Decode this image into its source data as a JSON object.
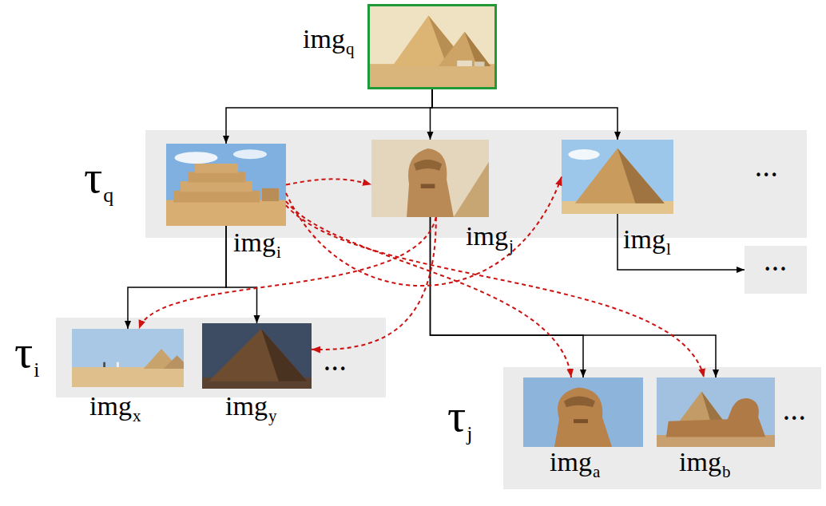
{
  "diagram": {
    "nodes": [
      {
        "text": [
          "img",
          "q"
        ]
      },
      {
        "text": [
          "τ",
          "q",
          "•••"
        ]
      },
      {
        "text": [
          "img",
          "i"
        ],
        "in": 1
      },
      {
        "text": [
          "img",
          "j"
        ],
        "in": 1
      },
      {
        "text": [
          "img",
          "l"
        ],
        "in": 1
      },
      {
        "text": [
          "•••"
        ]
      },
      {
        "text": [
          "τ",
          "i",
          "•••"
        ]
      },
      {
        "text": [
          "img",
          "x"
        ],
        "in": 6
      },
      {
        "text": [
          "img",
          "y"
        ],
        "in": 6
      },
      {
        "text": [
          "τ",
          "j",
          "•••"
        ]
      },
      {
        "text": [
          "img",
          "a"
        ],
        "in": 9
      },
      {
        "text": [
          "img",
          "b"
        ],
        "in": 9
      }
    ],
    "edges": [
      {
        "from": 0,
        "to": 2,
        "arrow": "to"
      },
      {
        "from": 0,
        "to": 3,
        "arrow": "to"
      },
      {
        "from": 0,
        "to": 4,
        "arrow": "to"
      },
      {
        "from": 2,
        "to": 7,
        "arrow": "to"
      },
      {
        "from": 2,
        "to": 8,
        "arrow": "to"
      },
      {
        "from": 3,
        "to": 10,
        "arrow": "to"
      },
      {
        "from": 3,
        "to": 11,
        "arrow": "to"
      },
      {
        "from": 4,
        "to": 5,
        "arrow": "to"
      },
      {
        "from": 2,
        "to": 3,
        "arrow": "to"
      },
      {
        "from": 2,
        "to": 4,
        "arrow": "to"
      },
      {
        "from": 2,
        "to": 10,
        "arrow": "to"
      },
      {
        "from": 2,
        "to": 11,
        "arrow": "to"
      },
      {
        "from": 3,
        "to": 7,
        "arrow": "to"
      },
      {
        "from": 3,
        "to": 8,
        "arrow": "to"
      }
    ]
  }
}
